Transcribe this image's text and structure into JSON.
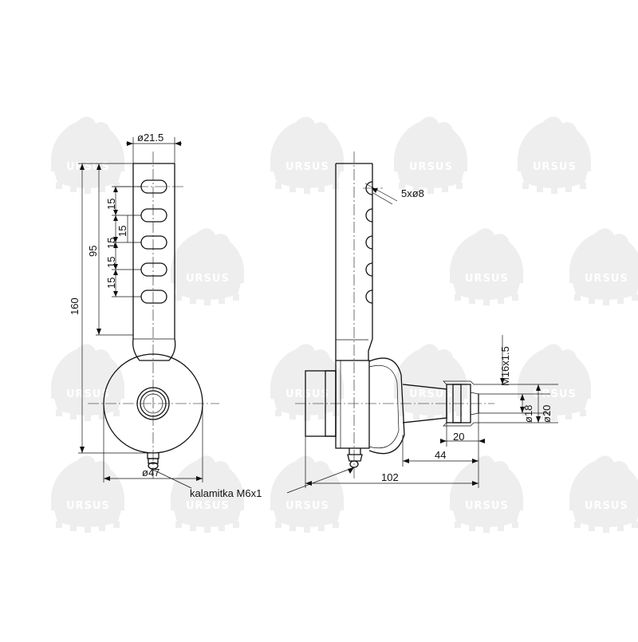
{
  "watermark": {
    "brand": "URSUS",
    "color": "#eeeeee"
  },
  "dimensions": {
    "shaft_diameter": "ø21.5",
    "slot_pitch_1": "15",
    "slot_pitch_2": "15",
    "slot_pitch_3": "15",
    "slot_pitch_4": "15",
    "slot_pitch_5": "15",
    "slotted_length": "95",
    "total_length": "160",
    "eye_diameter": "ø47",
    "holes": "5xø8",
    "thread": "M16x1.5",
    "pin_diameter_inner": "ø18",
    "pin_diameter_outer": "ø20",
    "pin_length": "20",
    "pin_offset": "44",
    "overall_width": "102",
    "grease_nipple": "kalamitka M6x1"
  }
}
